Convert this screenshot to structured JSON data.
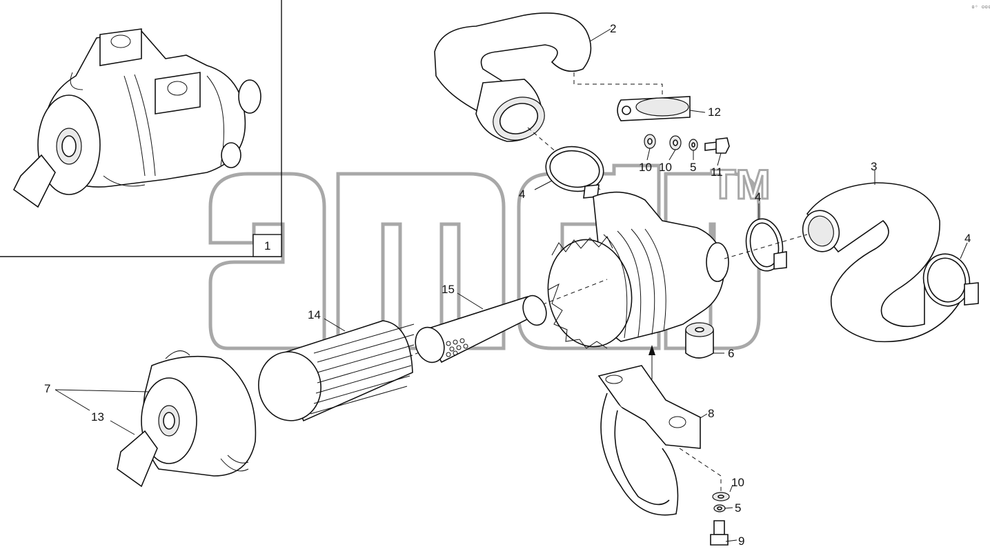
{
  "title": "",
  "corner_code": "▫◦ ▫▫▫",
  "watermark": {
    "text": "amd",
    "trademark": "TM"
  },
  "inset": {
    "callout": "1"
  },
  "callouts": {
    "c1": "1",
    "c2": "2",
    "c3": "3",
    "c4a": "4",
    "c4b": "4",
    "c4c": "4",
    "c5a": "5",
    "c5b": "5",
    "c6": "6",
    "c7": "7",
    "c8": "8",
    "c9": "9",
    "c10a": "10",
    "c10b": "10",
    "c10c": "10",
    "c11": "11",
    "c12": "12",
    "c13": "13",
    "c14": "14",
    "c15": "15"
  },
  "colors": {
    "line": "#111111",
    "watermark": "#a8a8a8",
    "background": "#ffffff"
  }
}
